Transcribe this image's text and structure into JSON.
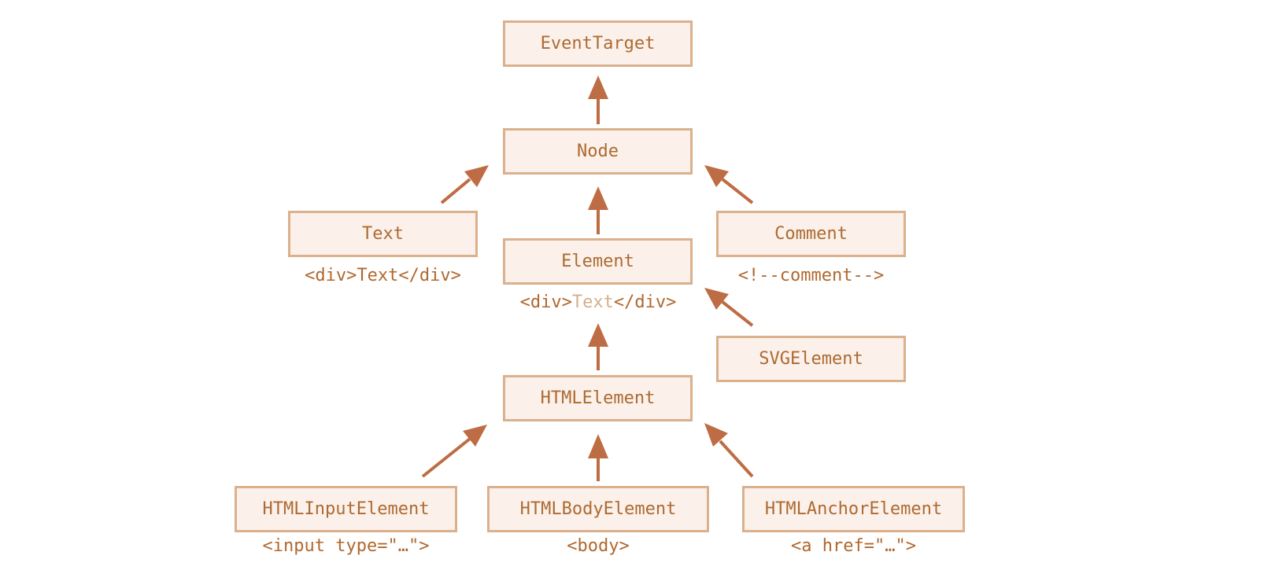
{
  "colors": {
    "box_fill": "#fbf1ea",
    "box_border": "#dbb08d",
    "text": "#ad6a32",
    "arrow": "#be6c43",
    "highlight_text": "#d4b08d"
  },
  "nodes": {
    "event_target": "EventTarget",
    "node": "Node",
    "text": "Text",
    "comment": "Comment",
    "element": "Element",
    "svg_element": "SVGElement",
    "html_element": "HTMLElement",
    "html_input_element": "HTMLInputElement",
    "html_body_element": "HTMLBodyElement",
    "html_anchor_element": "HTMLAnchorElement"
  },
  "captions": {
    "text": "<div>Text</div>",
    "comment": "<!--comment-->",
    "element_open": "<div>",
    "element_inner": "Text",
    "element_close": "</div>",
    "html_input_element": "<input type=\"…\">",
    "html_body_element": "<body>",
    "html_anchor_element": "<a href=\"…\">"
  }
}
